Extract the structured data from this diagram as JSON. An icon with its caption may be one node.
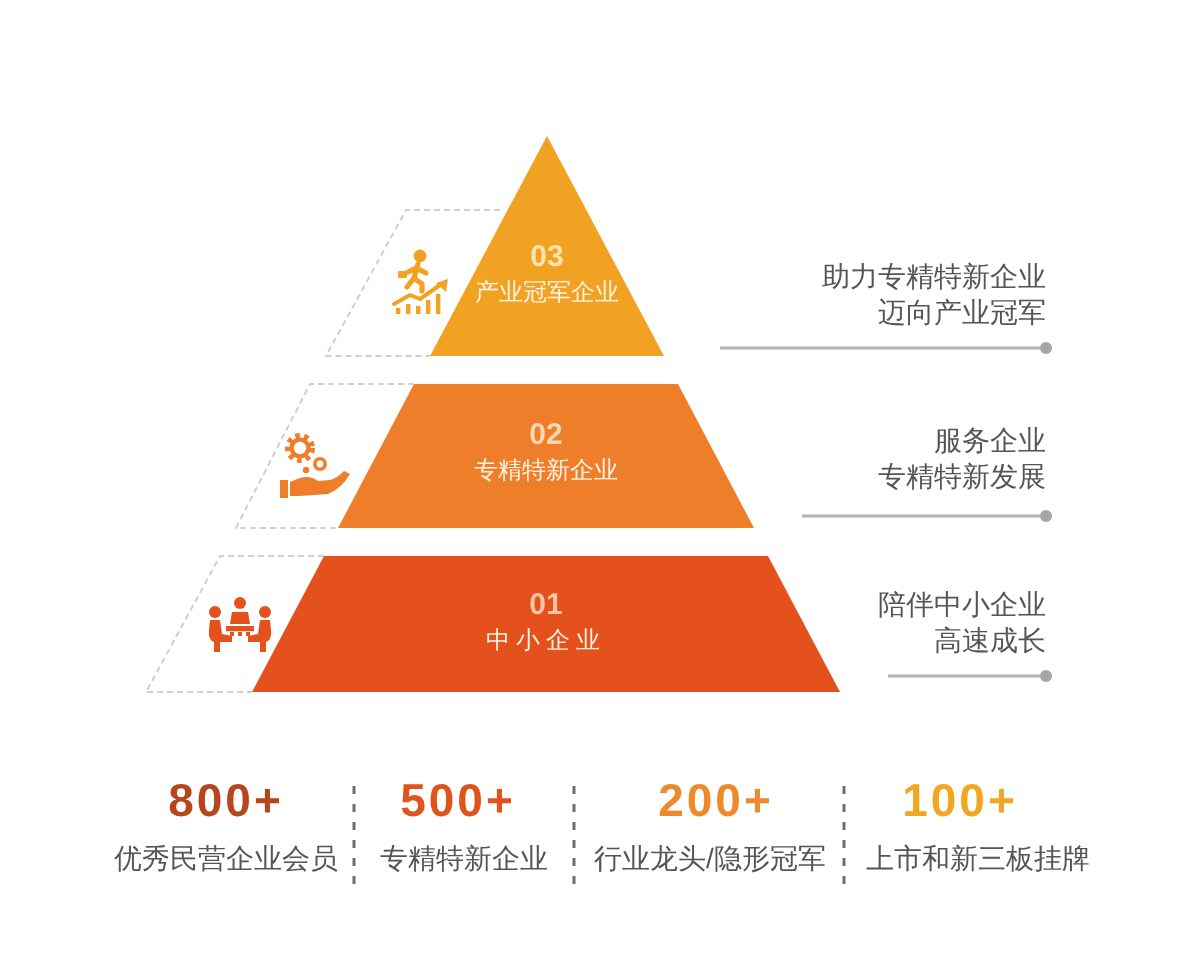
{
  "diagram": {
    "nodes": [
      {
        "text": [
          "03",
          "产业冠军企业"
        ]
      },
      {
        "text": [
          "02",
          "专精特新企业"
        ]
      },
      {
        "text": [
          "01",
          "中小企业"
        ]
      }
    ],
    "labels": [
      "助力专精特新企业迈向产业冠军",
      "服务企业专精特新发展",
      "陪伴中小企业高速成长",
      "800+",
      "500+",
      "200+",
      "100+",
      "优秀民营企业会员",
      "专精特新企业",
      "行业龙头/隐形冠军",
      "上市和新三板挂牌"
    ]
  }
}
